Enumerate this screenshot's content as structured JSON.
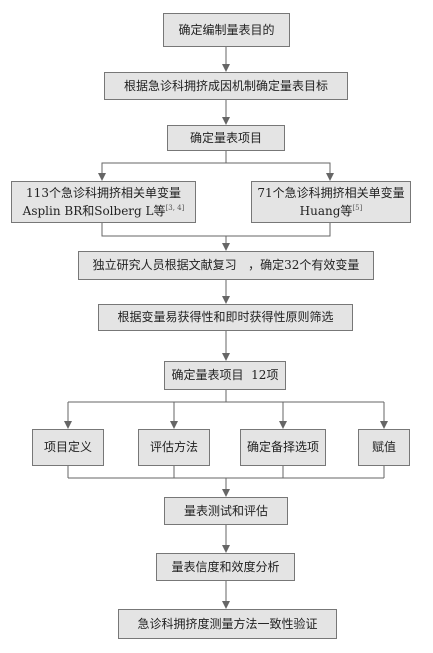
{
  "flowchart": {
    "step1": "确定编制量表目的",
    "step2": "根据急诊科拥挤成因机制确定量表目标",
    "step3": "确定量表项目",
    "left_source": {
      "line1": "113个急诊科拥挤相关单变量",
      "line2": "Asplin BR和Solberg L等",
      "ref": "[3, 4]"
    },
    "right_source": {
      "line1": "71个急诊科拥挤相关单变量",
      "line2": "Huang等",
      "ref": "[5]"
    },
    "step4": "独立研究人员根据文献复习   ，确定32个有效变量",
    "step5": "根据变量易获得性和即时获得性原则筛选",
    "step6": "确定量表项目  12项",
    "branches": [
      "项目定义",
      "评估方法",
      "确定备择选项",
      "赋值"
    ],
    "step7": "量表测试和评估",
    "step8": "量表信度和效度分析",
    "step9": "急诊科拥挤度测量方法一致性验证"
  }
}
